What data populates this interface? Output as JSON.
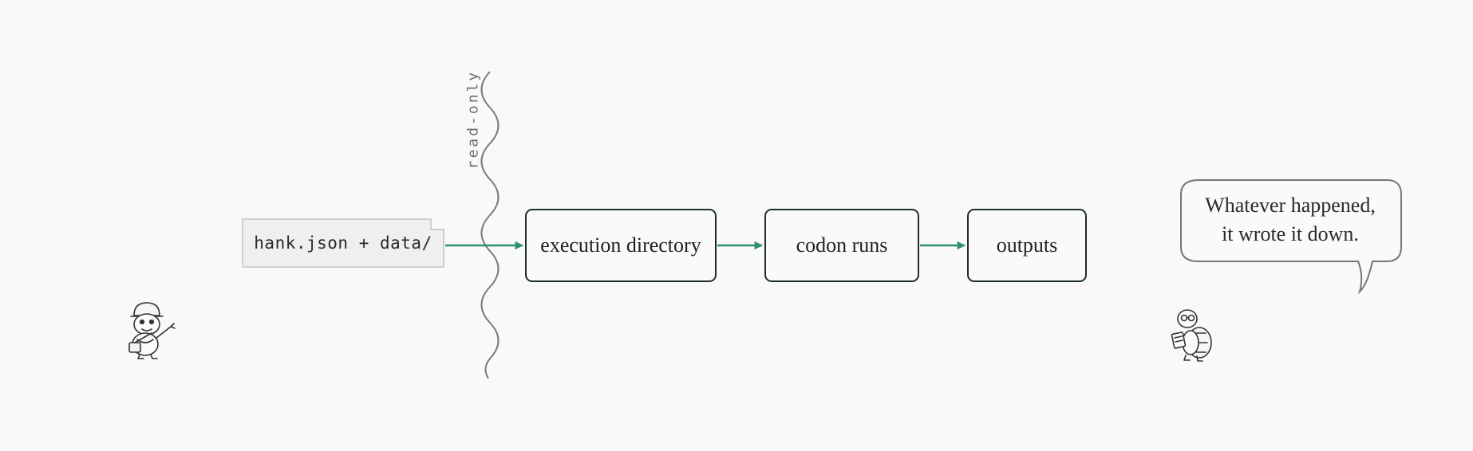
{
  "diagram": {
    "input_box": {
      "label": "hank.json + data/"
    },
    "boundary": {
      "label": "read-only"
    },
    "stages": [
      {
        "label": "execution directory"
      },
      {
        "label": "codon runs"
      },
      {
        "label": "outputs"
      }
    ],
    "speech_bubble": {
      "lines": [
        "Whatever happened,",
        "it wrote it down."
      ]
    },
    "characters": [
      {
        "name": "turtle-pointing-icon"
      },
      {
        "name": "turtle-with-clipboard-icon"
      }
    ],
    "colors": {
      "arrow": "#2e8f6d",
      "box_border": "#1d2e27",
      "boundary_line": "#7a7a7a",
      "background": "#f9f9f9"
    }
  }
}
